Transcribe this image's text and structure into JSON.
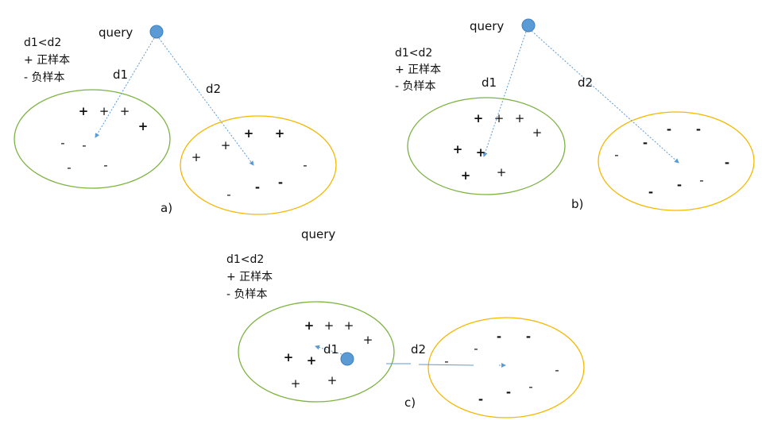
{
  "diagram": {
    "legend": {
      "line1": "d1<d2",
      "line2": "+ 正样本",
      "line3": "-  负样本"
    },
    "query_label": "query",
    "d1_label": "d1",
    "d2_label": "d2",
    "plus": "+",
    "minus": "-",
    "panels": [
      {
        "caption": "a)"
      },
      {
        "caption": "b)"
      },
      {
        "caption": "c)"
      }
    ],
    "colors": {
      "positive_cluster": "#7cb342",
      "negative_cluster": "#f5b800",
      "query": "#5b9bd5"
    }
  }
}
